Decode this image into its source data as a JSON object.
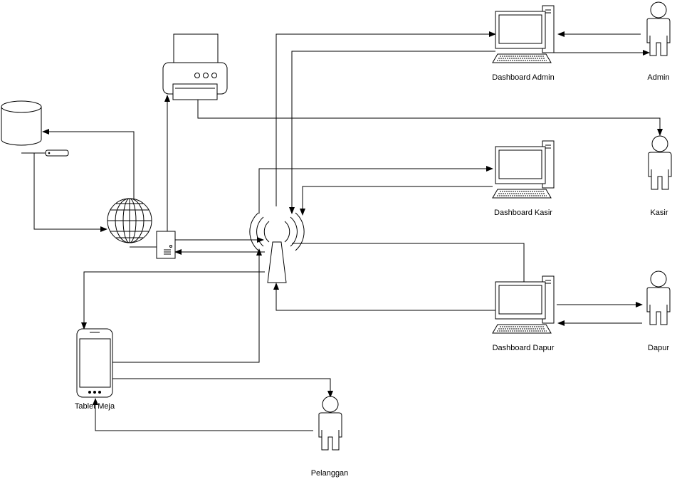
{
  "nodes": {
    "dashboard_admin": "Dashboard Admin",
    "admin": "Admin",
    "kasir": "Kasir",
    "dashboard_kasir": "Dashboard Kasir",
    "dashboard_dapur": "Dashboard Dapur",
    "dapur": "Dapur",
    "tablet_meja": "Tablet Meja",
    "pelanggan": "Pelanggan"
  },
  "icons": {
    "database": "database-icon",
    "internet": "globe-icon",
    "printer": "printer-icon",
    "server": "server-icon",
    "access_point": "wireless-access-point-icon",
    "computer": "desktop-computer-icon",
    "person": "person-icon",
    "tablet": "tablet-icon"
  },
  "colors": {
    "stroke": "#000000",
    "fill": "#ffffff"
  }
}
